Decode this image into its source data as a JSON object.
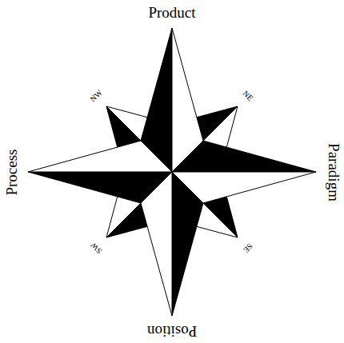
{
  "diagram": {
    "labels": [
      "Product",
      "Paradigm",
      "Position",
      "Process",
      "NW",
      "NE",
      "SE",
      "SW"
    ]
  }
}
